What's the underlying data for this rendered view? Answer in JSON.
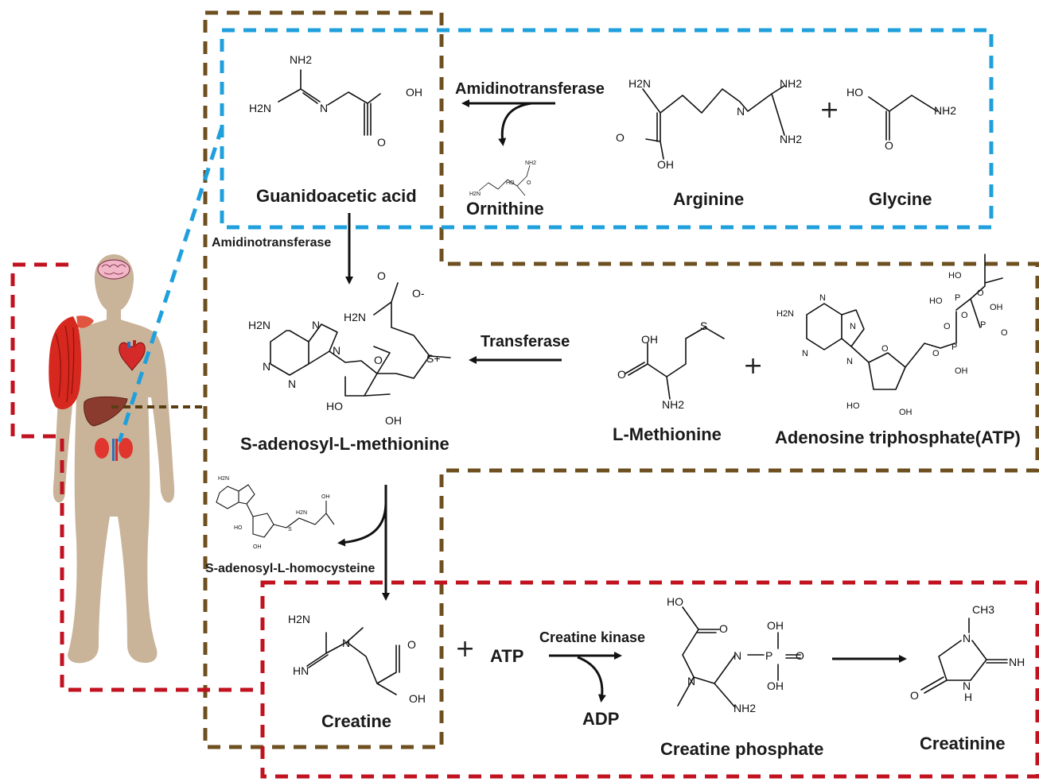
{
  "compounds": {
    "guanidoacetic_acid": "Guanidoacetic acid",
    "ornithine": "Ornithine",
    "arginine": "Arginine",
    "glycine": "Glycine",
    "sam": "S-adenosyl-L-methionine",
    "l_methionine": "L-Methionine",
    "atp_full": "Adenosine triphosphate(ATP)",
    "sah": "S-adenosyl-L-homocysteine",
    "creatine": "Creatine",
    "atp_short": "ATP",
    "adp": "ADP",
    "creatine_phosphate": "Creatine phosphate",
    "creatinine": "Creatinine"
  },
  "enzymes": {
    "amidinotransferase_top": "Amidinotransferase",
    "amidinotransferase_side": "Amidinotransferase",
    "transferase": "Transferase",
    "creatine_kinase": "Creatine kinase"
  },
  "operators": {
    "plus": "+"
  },
  "atoms": {
    "nh2": "NH2",
    "h2n": "H2N",
    "n": "N",
    "oh": "OH",
    "ho": "HO",
    "o": "O",
    "hn": "HN",
    "nh": "NH",
    "s_plus": "S+",
    "s": "S",
    "p": "P",
    "ch3": "CH3",
    "o_minus": "O-",
    "h": "H"
  },
  "colors": {
    "kidney_box": "#7a5a22",
    "liver_box": "#5a3e12",
    "blue_box": "#1fa0dc",
    "muscle_box": "#c1121f",
    "body": "#c9b49a"
  },
  "icons": [
    "brain-icon",
    "heart-icon",
    "liver-icon",
    "kidney-icon",
    "muscle-icon"
  ]
}
